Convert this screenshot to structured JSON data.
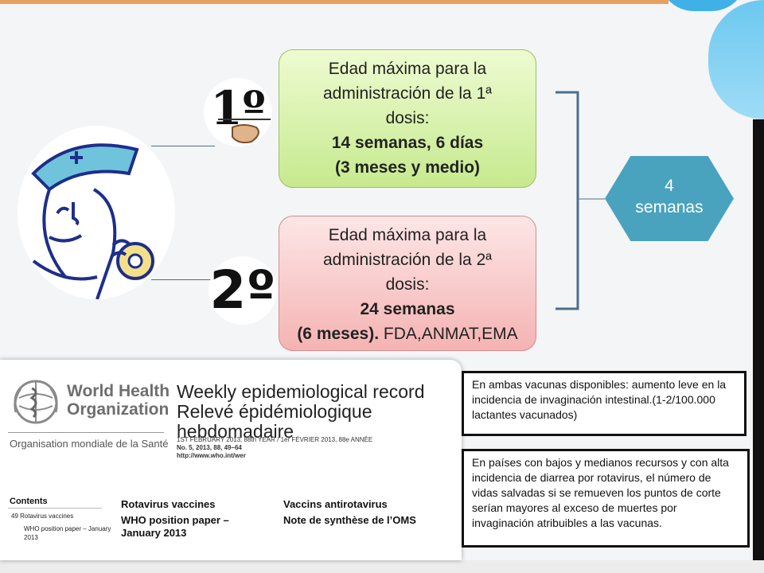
{
  "slide": {
    "colors": {
      "dose1_fill": "#c6ea8e",
      "dose2_fill": "#f5b3b3",
      "hexagon": "#4aa3be",
      "brace": "#4b6e8e"
    }
  },
  "badges": {
    "first": "1º",
    "second": "2º"
  },
  "dose1": {
    "line1": "Edad máxima para la",
    "line2": "administración de la 1ª",
    "line3": "dosis:",
    "line4": "14 semanas, 6 días",
    "line5": "(3 meses y medio)"
  },
  "dose2": {
    "line1": "Edad máxima para la",
    "line2": "administración de la 2ª",
    "line3": "dosis:",
    "line4": "24 semanas",
    "line5_bold": "(6 meses).",
    "line5_rest": " FDA,ANMAT,EMA"
  },
  "interval": {
    "line1": "4",
    "line2": "semanas"
  },
  "who_document": {
    "org_line1": "World Health",
    "org_line2": "Organization",
    "org_fr": "Organisation mondiale de la Santé",
    "title_en": "Weekly epidemiological record",
    "title_fr": "Relevé épidémiologique hebdomadaire",
    "meta_date": "1ST FEBRUARY 2013, 88th YEAR / 1er FÉVRIER 2013, 88e ANNÉE",
    "meta_issue": "No. 5, 2013, 88, 49–64",
    "meta_url": "http://www.who.int/wer",
    "contents_heading": "Contents",
    "contents_item_1": "49   Rotavirus vaccines",
    "contents_item_2": "WHO position paper – January",
    "contents_item_3": "2013",
    "article_en_1": "Rotavirus vaccines",
    "article_en_2": "WHO position paper –",
    "article_en_3": "January 2013",
    "article_fr_1": "Vaccins antirotavirus",
    "article_fr_2": "Note de synthèse de l’OMS",
    "emblem": "who-emblem-icon"
  },
  "notes": {
    "note1": "En ambas vacunas disponibles: aumento leve en la incidencia de invaginación intestinal.(1-2/100.000 lactantes vacunados)",
    "note2": "En países con bajos y medianos recursos y con alta incidencia de diarrea por rotavirus, el número de vidas salvadas si se remueven los puntos de corte serían mayores al exceso de muertes por invaginación atribuibles a las vacunas."
  }
}
